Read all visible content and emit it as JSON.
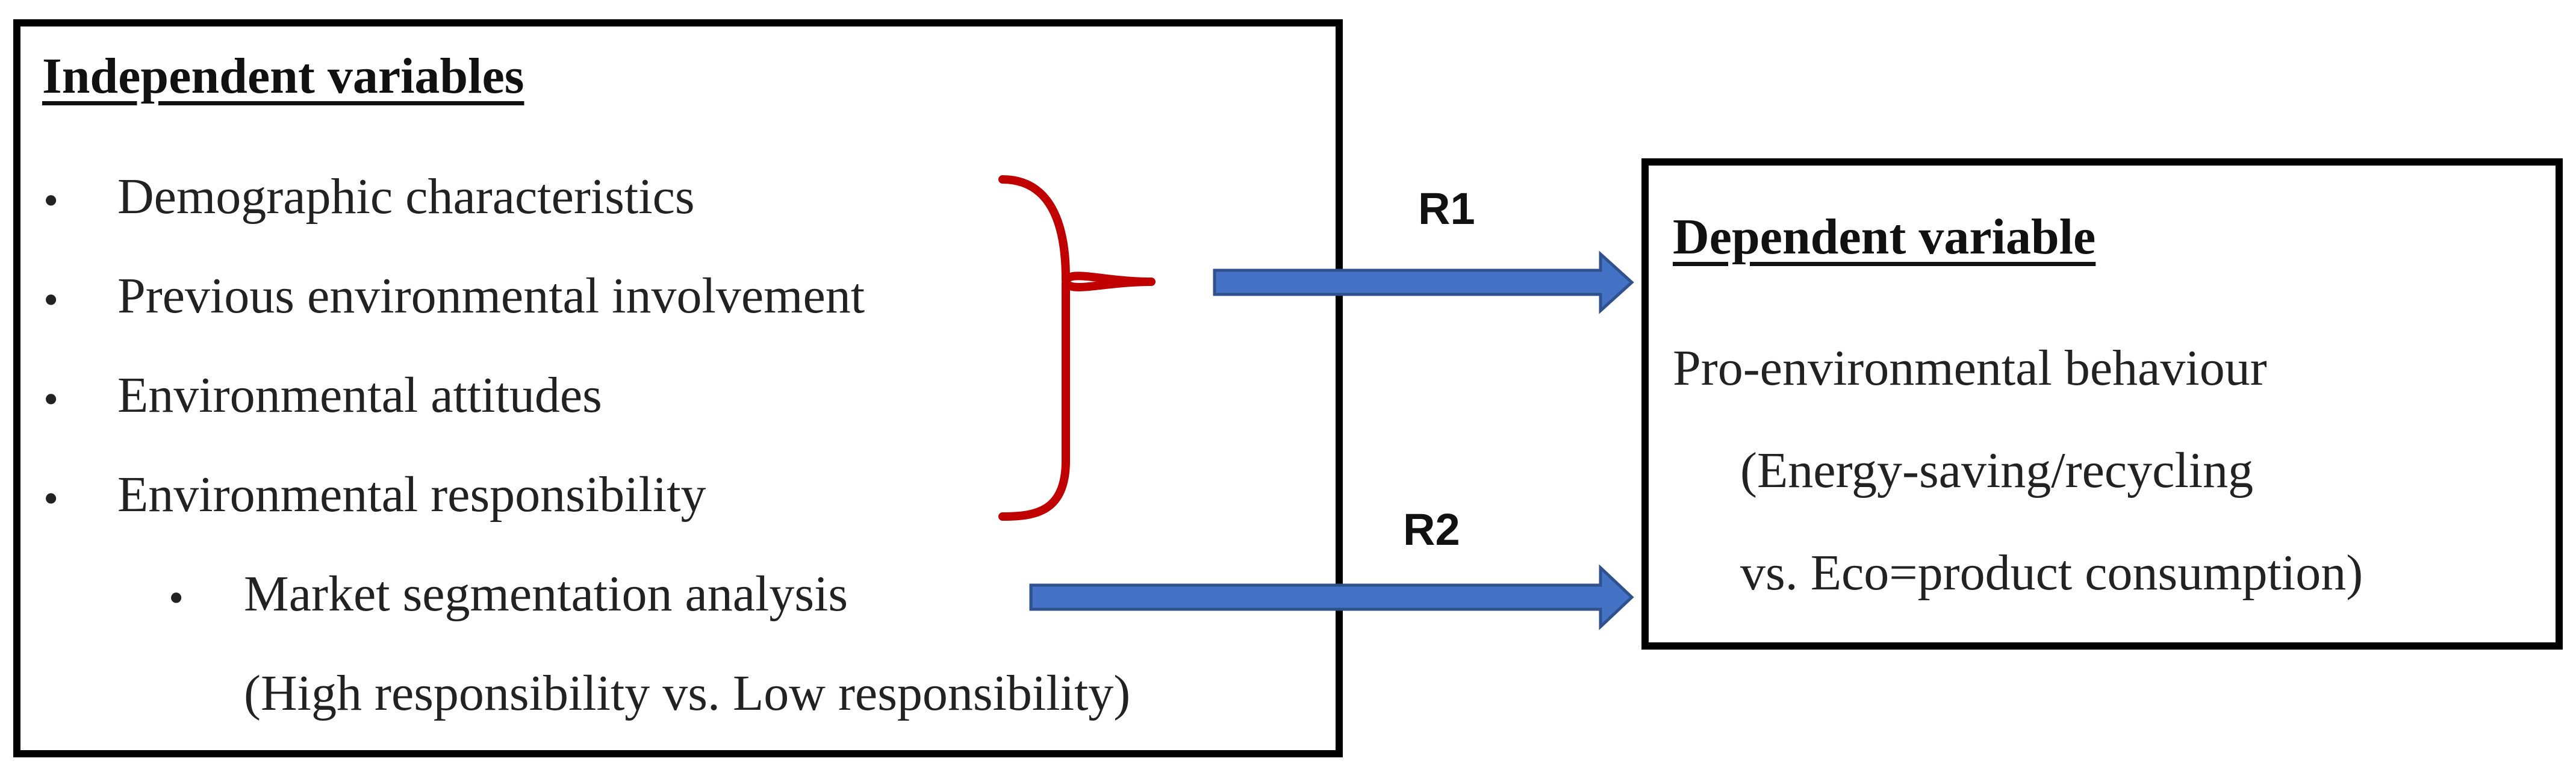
{
  "independent": {
    "heading": "Independent variables",
    "bullets": [
      "Demographic characteristics",
      "Previous environmental involvement",
      "Environmental attitudes",
      "Environmental responsibility"
    ],
    "sub_bullet": "Market segmentation analysis",
    "sub_note": "(High responsibility vs. Low responsibility)"
  },
  "dependent": {
    "heading": "Dependent variable",
    "lines": [
      "Pro-environmental behaviour",
      "(Energy-saving/recycling",
      "vs. Eco=product consumption)"
    ]
  },
  "relations": {
    "r1": "R1",
    "r2": "R2"
  },
  "colors": {
    "arrow": "#4472C4",
    "arrow_border": "#2F528F",
    "brace": "#C00000"
  }
}
